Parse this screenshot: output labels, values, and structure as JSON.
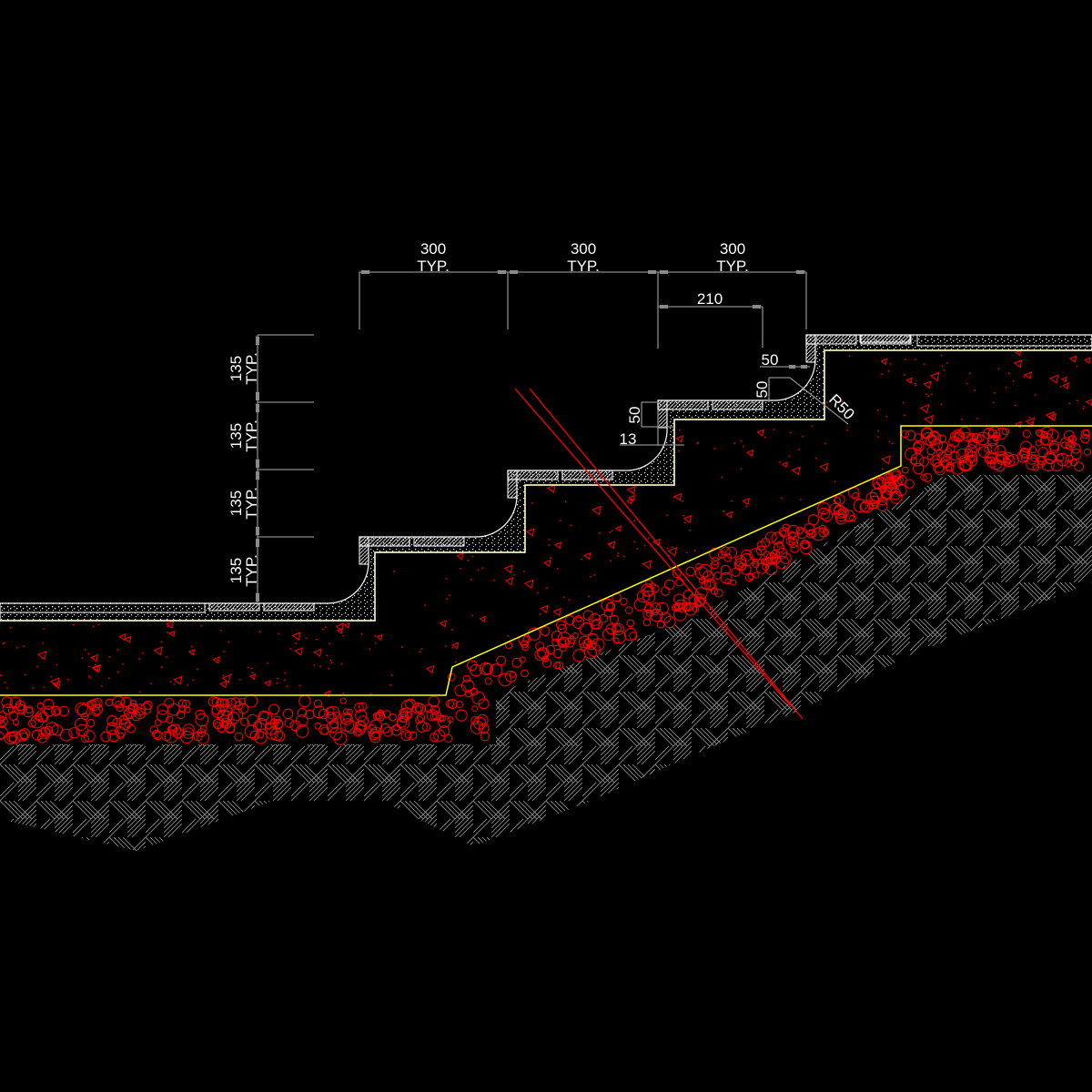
{
  "drawing": {
    "horizontal_dims": [
      {
        "value": "300",
        "note": "TYP."
      },
      {
        "value": "300",
        "note": "TYP."
      },
      {
        "value": "300",
        "note": "TYP."
      }
    ],
    "tread_dim": "210",
    "vertical_dims": [
      {
        "value": "135",
        "note": "TYP."
      },
      {
        "value": "135",
        "note": "TYP."
      },
      {
        "value": "135",
        "note": "TYP."
      },
      {
        "value": "135",
        "note": "TYP."
      }
    ],
    "nosing_width": "50",
    "nosing_height": "50",
    "tile_offset_height": "50",
    "tile_offset_width": "13",
    "radius": "R50",
    "colors": {
      "background": "#000000",
      "outline": "#ffffff",
      "dimension": "#8a8a8a",
      "layer_boundary": "#ffff00",
      "aggregate": "#ff0000",
      "earth_hatch": "#9a9a9a"
    }
  }
}
